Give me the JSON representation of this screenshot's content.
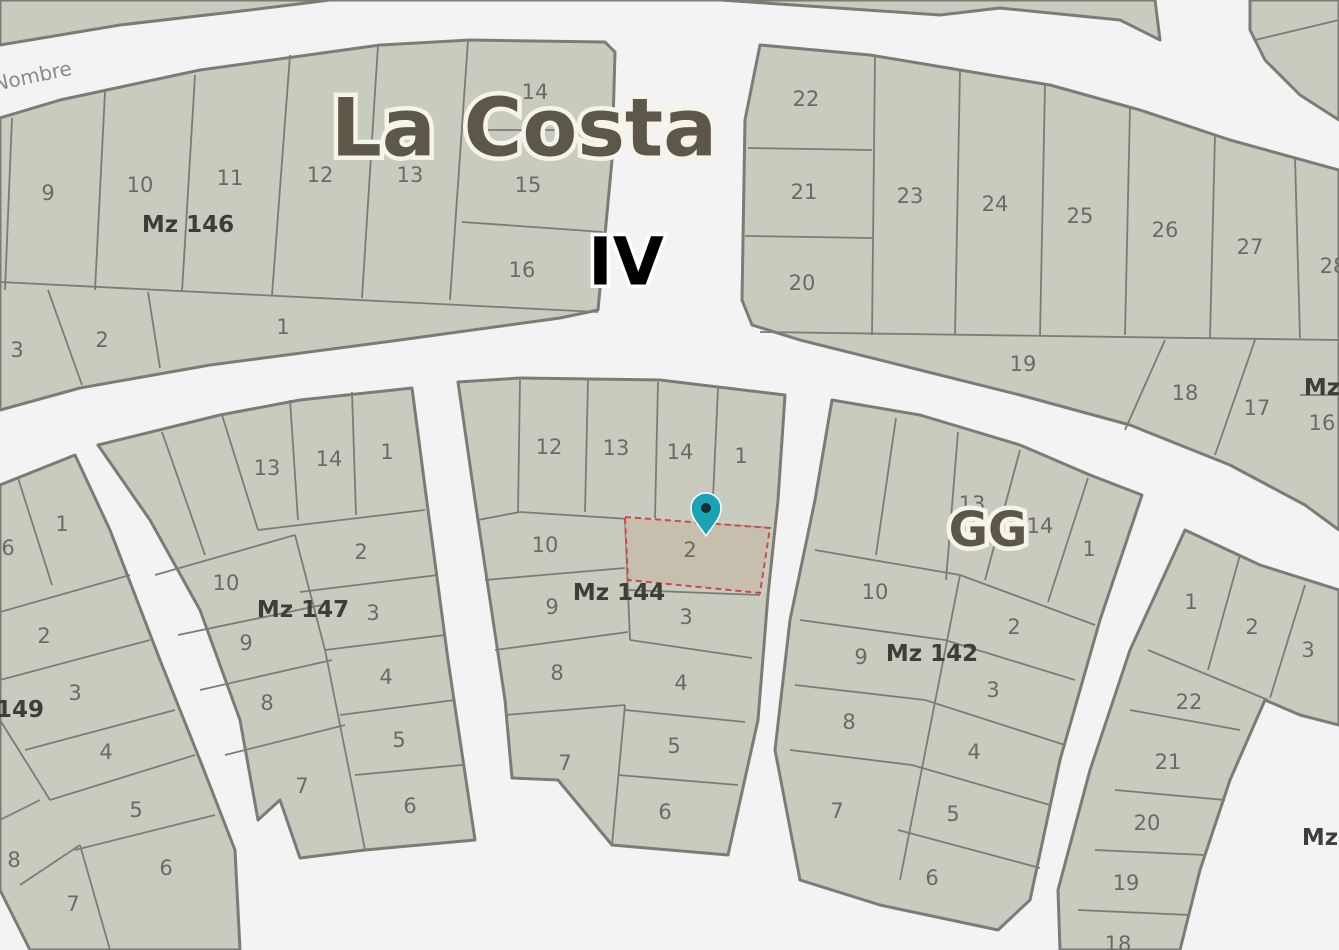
{
  "map": {
    "title": "La Costa",
    "sector": "IV",
    "district": "GG",
    "street_label": "Nombre",
    "marker_color": "#19a3b5",
    "selection_color": "#d2484a",
    "block_fill": "#c8cbbd",
    "blocks": {
      "mz146": {
        "label": "Mz 146",
        "lots": [
          "9",
          "10",
          "11",
          "12",
          "13",
          "14",
          "15",
          "16",
          "3",
          "2",
          "1"
        ]
      },
      "mz147": {
        "label": "Mz 147",
        "lots": [
          "13",
          "14",
          "1",
          "2",
          "10",
          "3",
          "9",
          "4",
          "8",
          "5",
          "7",
          "6"
        ]
      },
      "mz144": {
        "label": "Mz 144",
        "lots": [
          "12",
          "13",
          "14",
          "1",
          "10",
          "2",
          "9",
          "3",
          "8",
          "4",
          "7",
          "5",
          "6"
        ]
      },
      "mz142": {
        "label": "Mz 142",
        "lots": [
          "13",
          "14",
          "1",
          "10",
          "2",
          "9",
          "3",
          "8",
          "4",
          "7",
          "5",
          "6"
        ]
      },
      "mz149": {
        "label": "149",
        "lots": [
          "6",
          "1",
          "2",
          "3",
          "4",
          "5",
          "8",
          "6",
          "7"
        ]
      },
      "top_right": {
        "lots": [
          "22",
          "21",
          "20",
          "23",
          "24",
          "25",
          "26",
          "27",
          "28",
          "19",
          "18",
          "17",
          "16"
        ],
        "mz_partial": "Mz"
      },
      "bottom_right": {
        "lots": [
          "1",
          "2",
          "3",
          "22",
          "21",
          "20",
          "19",
          "18"
        ]
      },
      "partial_mz": "Mz"
    }
  }
}
